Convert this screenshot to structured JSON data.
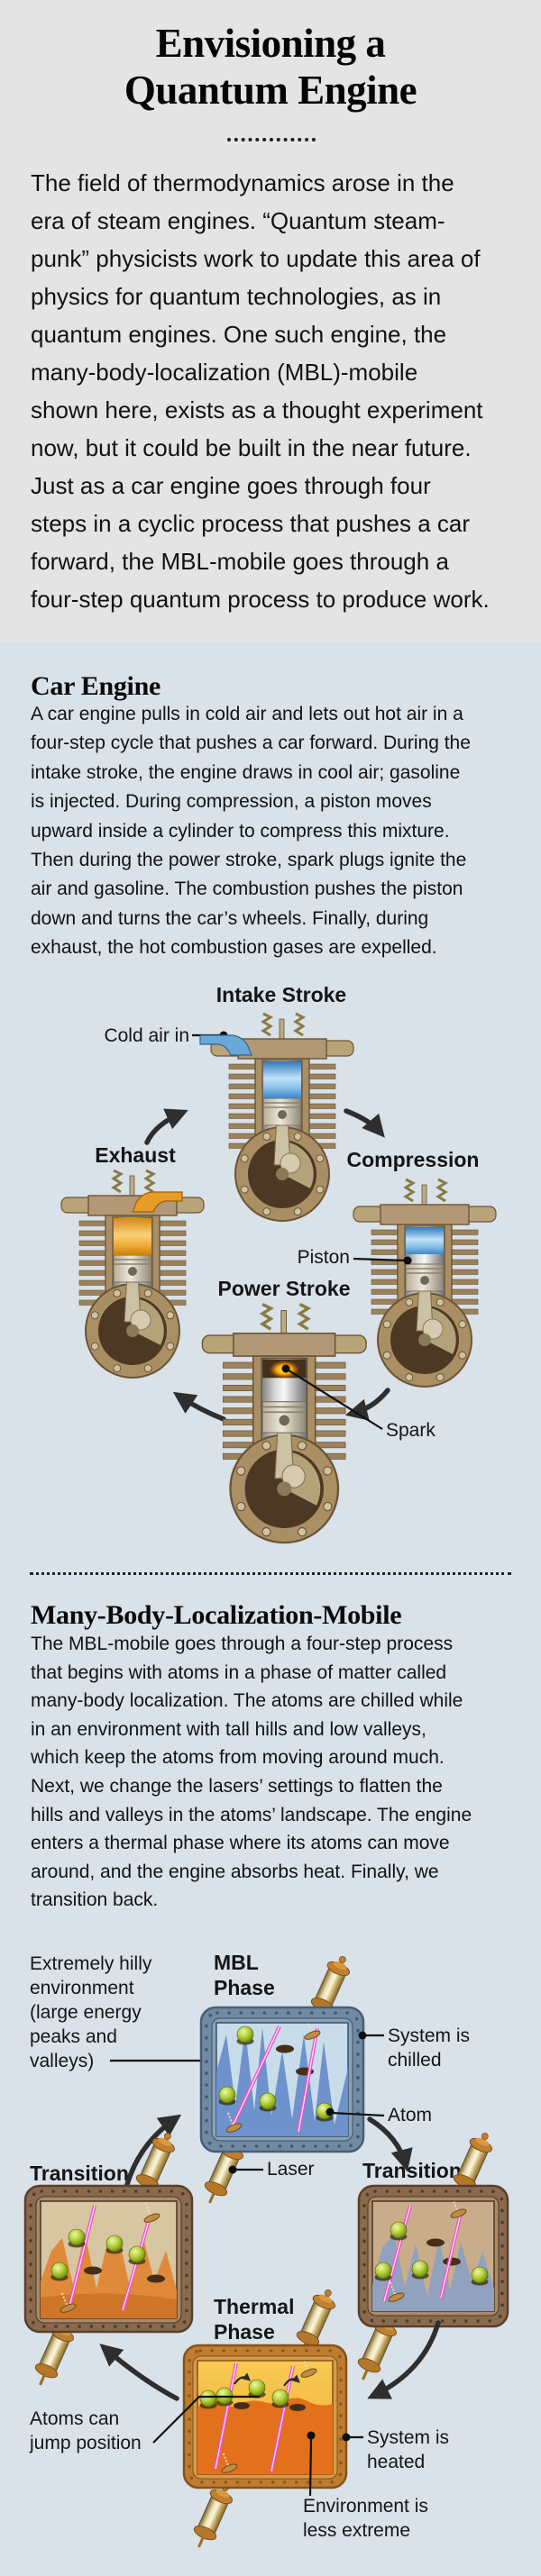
{
  "header": {
    "title_line1": "Envisioning a",
    "title_line2": "Quantum Engine",
    "intro": "The field of thermodynamics arose in the\nera of steam engines. “Quantum steam-\npunk” physicists work to update this area of\nphysics for quantum technologies, as in\nquantum engines. One such engine, the\nmany-body-localization (MBL)-mobile\nshown here, exists as a thought experiment\nnow, but it could be built in the near future.\nJust as a car engine goes through four\nsteps in a cyclic process that pushes a car\nforward, the MBL-mobile goes through a\nfour-step quantum process to produce work."
  },
  "car": {
    "heading": "Car Engine",
    "body": "A car engine pulls in cold air and lets out hot air in a\nfour-step cycle that pushes a car forward. During the\nintake stroke, the engine draws in cool air; gasoline\nis injected. During compression, a piston moves\nupward inside a cylinder to compress this mixture.\nThen during the power stroke, spark plugs ignite the\nair and gasoline. The combustion pushes the piston\ndown and turns the car’s wheels. Finally, during\nexhaust, the hot combustion gases are expelled.",
    "labels": {
      "intake_stroke": "Intake Stroke",
      "cold_air_in": "Cold air in",
      "exhaust": "Exhaust",
      "compression": "Compression",
      "piston": "Piston",
      "power_stroke": "Power Stroke",
      "spark": "Spark"
    }
  },
  "mbl": {
    "heading": "Many-Body-Localization-Mobile",
    "body": "The MBL-mobile goes through a four-step process\nthat begins with atoms in a phase of matter called\nmany-body localization. The atoms are chilled while\nin an environment with tall hills and low valleys,\nwhich keep the atoms from moving around much.\nNext, we change the lasers’ settings to flatten the\nhills and valleys in the atoms’ landscape. The engine\nenters a thermal phase where its atoms can move\naround, and the engine absorbs heat. Finally, we\ntransition back.",
    "labels": {
      "hilly_line1": "Extremely hilly",
      "hilly_line2": "environment",
      "hilly_line3": "(large energy",
      "hilly_line4": "peaks and",
      "hilly_line5": "valleys)",
      "mbl_phase_line1": "MBL",
      "mbl_phase_line2": "Phase",
      "system_chilled_line1": "System is",
      "system_chilled_line2": "chilled",
      "atom": "Atom",
      "laser": "Laser",
      "transition_left": "Transition",
      "transition_right": "Transition",
      "thermal_line1": "Thermal",
      "thermal_line2": "Phase",
      "jump_line1": "Atoms can",
      "jump_line2": "jump position",
      "heated_line1": "System is",
      "heated_line2": "heated",
      "environment_line1": "Environment is",
      "environment_line2": "less extreme"
    }
  },
  "colors": {
    "page_bg": "#e4e4e4",
    "section_bg": "#d9e1e9",
    "laser_pink": "#ee4fc8",
    "atom_green": "#9cba27",
    "steel_blue_frame": "#708aa4",
    "brown_frame": "#8a6a4e",
    "copper_frame": "#bf7c2f",
    "hill_blue": "#6e92cc",
    "hill_orange": "#de8a3a",
    "hill_slate": "#92a1bd",
    "engine_tan": "#a98f63"
  }
}
